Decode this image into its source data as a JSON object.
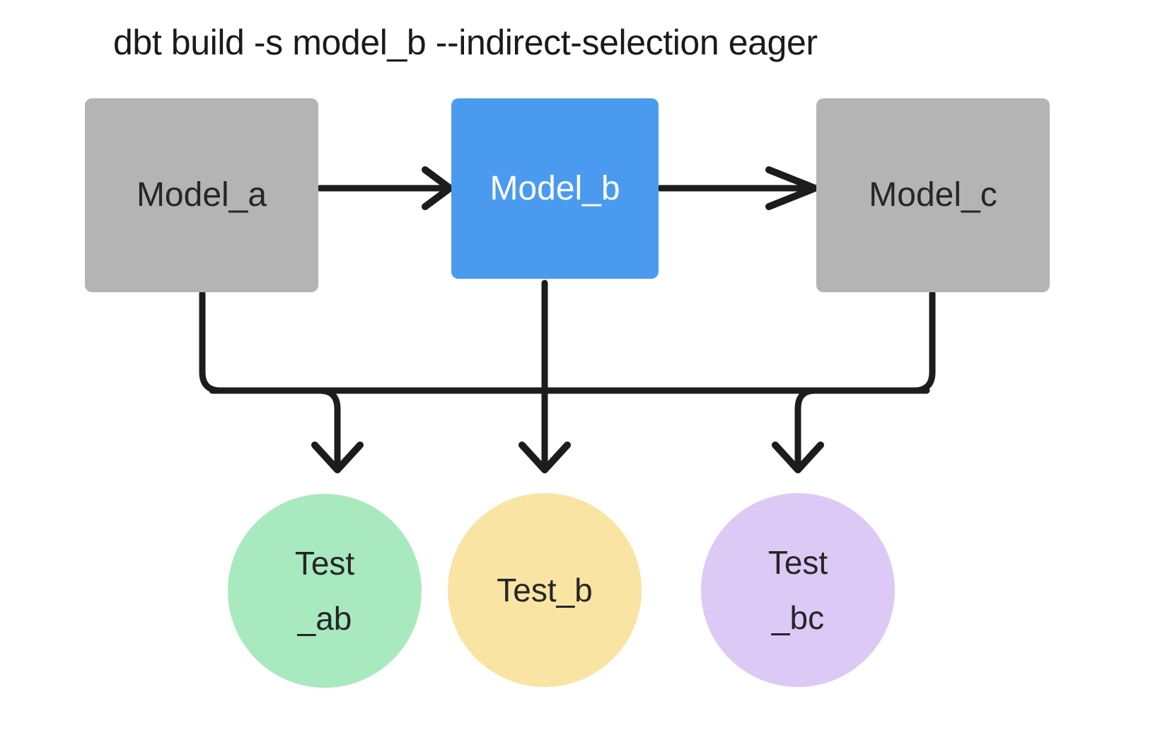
{
  "diagram": {
    "title": "dbt build -s model_b --indirect-selection eager",
    "type": "dag-flow",
    "background_color": "#ffffff",
    "edge_color": "#1c1c1c"
  },
  "models": [
    {
      "id": "model_a",
      "label": "Model_a",
      "shape": "rectangle",
      "fill": "#b4b4b4",
      "text_color": "#262626",
      "selected": false
    },
    {
      "id": "model_b",
      "label": "Model_b",
      "shape": "rectangle",
      "fill": "#4a9bf0",
      "text_color": "#ffffff",
      "selected": true
    },
    {
      "id": "model_c",
      "label": "Model_c",
      "shape": "rectangle",
      "fill": "#b4b4b4",
      "text_color": "#262626",
      "selected": false
    }
  ],
  "tests": [
    {
      "id": "test_ab",
      "label": "Test\n_ab",
      "shape": "circle",
      "fill": "#a9e9bf",
      "text_color": "#262626"
    },
    {
      "id": "test_b",
      "label": "Test_b",
      "shape": "circle",
      "fill": "#f9e4a4",
      "text_color": "#262626"
    },
    {
      "id": "test_bc",
      "label": "Test\n_bc",
      "shape": "circle",
      "fill": "#ddc9f6",
      "text_color": "#262626"
    }
  ],
  "edges": [
    {
      "id": "edge-a-b",
      "from": "model_a",
      "to": "model_b",
      "arrow": true
    },
    {
      "id": "edge-b-c",
      "from": "model_b",
      "to": "model_c",
      "arrow": true
    },
    {
      "id": "edge-a-testab",
      "from": "model_a",
      "to": "test_ab",
      "arrow": true
    },
    {
      "id": "edge-b-testab",
      "from": "model_b",
      "to": "test_ab",
      "arrow": true
    },
    {
      "id": "edge-b-testb",
      "from": "model_b",
      "to": "test_b",
      "arrow": true
    },
    {
      "id": "edge-b-testbc",
      "from": "model_b",
      "to": "test_bc",
      "arrow": true
    },
    {
      "id": "edge-c-testbc",
      "from": "model_c",
      "to": "test_bc",
      "arrow": true
    }
  ]
}
